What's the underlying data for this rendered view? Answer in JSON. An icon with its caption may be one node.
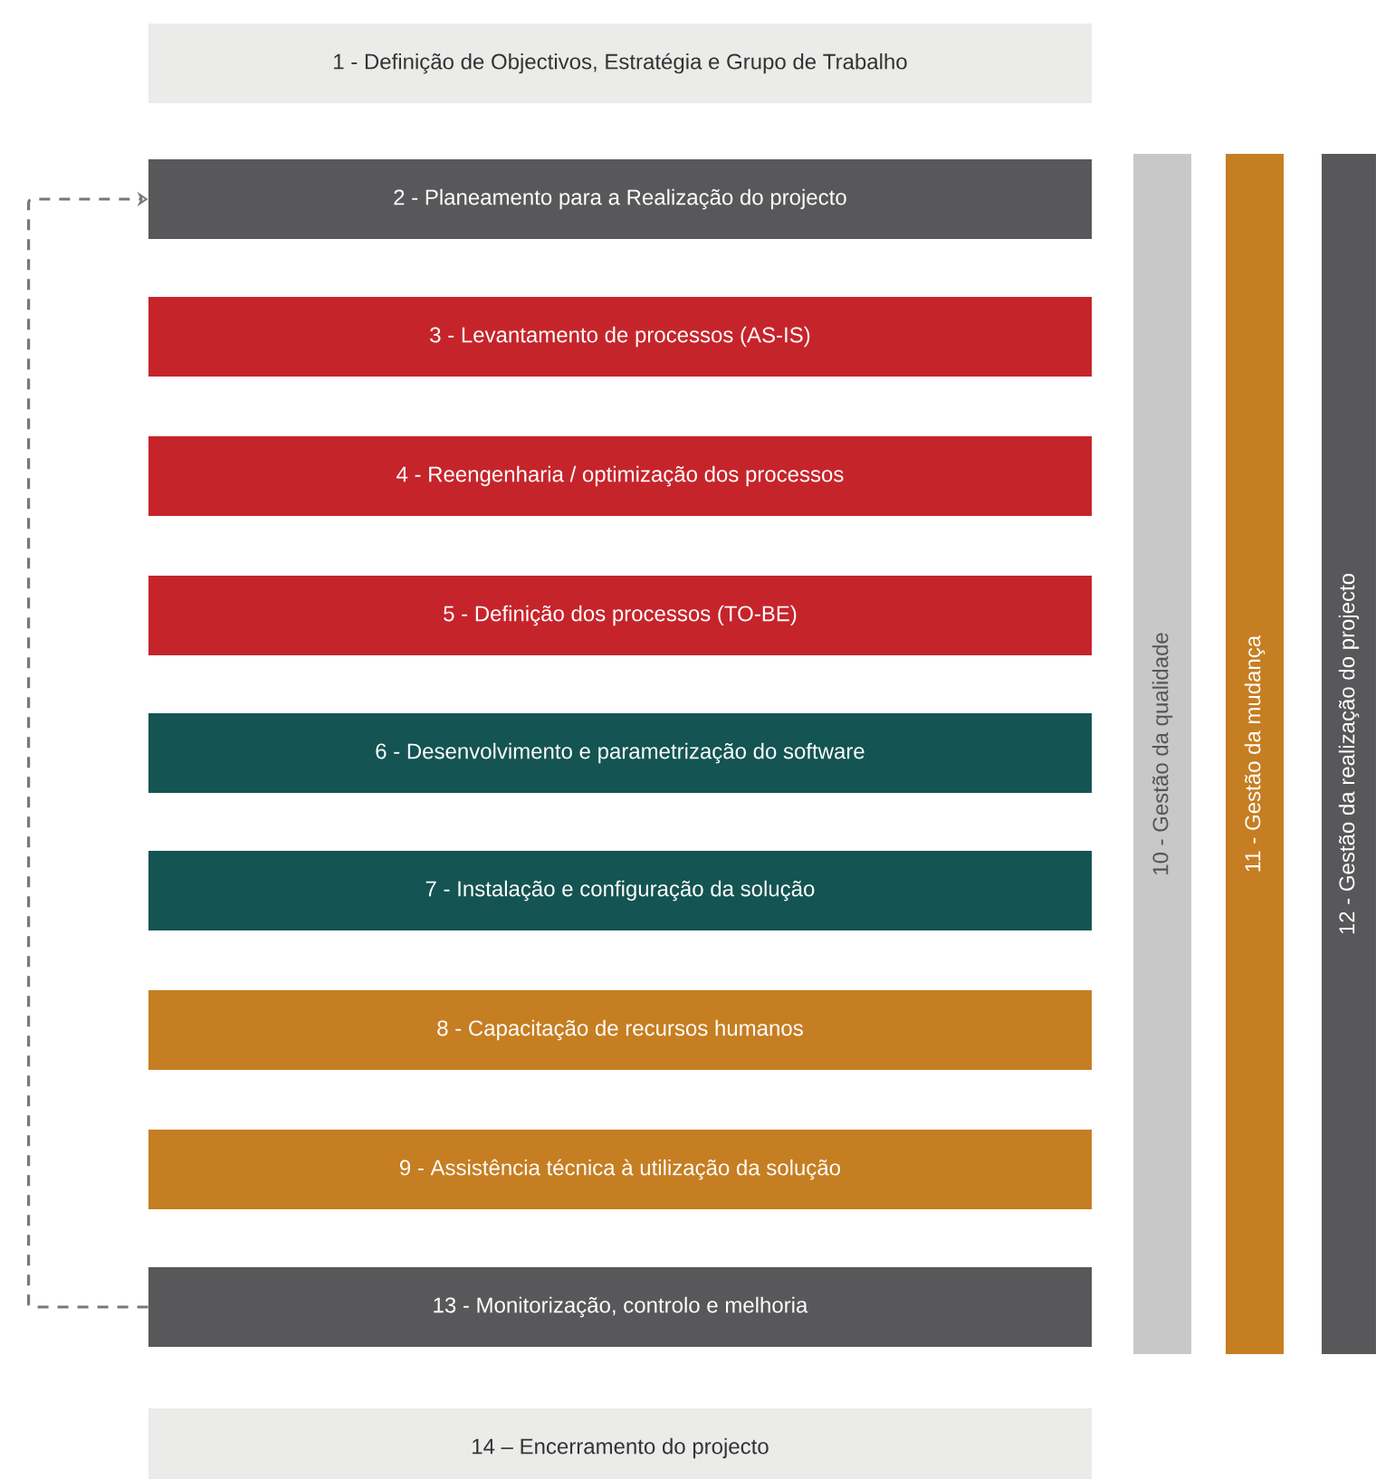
{
  "diagram": {
    "nodes": [
      {
        "text": [
          "1 - Definição de Objectivos, Estratégia e Grupo de Trabalho"
        ]
      },
      {
        "text": [
          "2 - Planeamento para a Realização do projecto"
        ]
      },
      {
        "text": [
          "3 - Levantamento de processos (AS-IS)"
        ]
      },
      {
        "text": [
          "4 - Reengenharia / optimização dos processos"
        ]
      },
      {
        "text": [
          "5 - Definição dos processos (TO-BE)"
        ]
      },
      {
        "text": [
          "6 - Desenvolvimento e parametrização do software"
        ]
      },
      {
        "text": [
          "7 - Instalação e configuração da solução"
        ]
      },
      {
        "text": [
          "8 - Capacitação de recursos humanos"
        ]
      },
      {
        "text": [
          "9 - Assistência técnica à utilização da solução"
        ]
      },
      {
        "text": [
          "13 - Monitorização, controlo e melhoria"
        ]
      },
      {
        "text": [
          "14 – Encerramento do projecto"
        ]
      },
      {
        "text": [
          "10 - Gestão da qualidade"
        ]
      },
      {
        "text": [
          "11 - Gestão da mudança"
        ]
      },
      {
        "text": [
          "12 - Gestão da realização do projecto"
        ]
      }
    ],
    "edges": [
      {
        "from": 9,
        "to": 1,
        "arrow": "to",
        "style": "dashed"
      }
    ]
  }
}
